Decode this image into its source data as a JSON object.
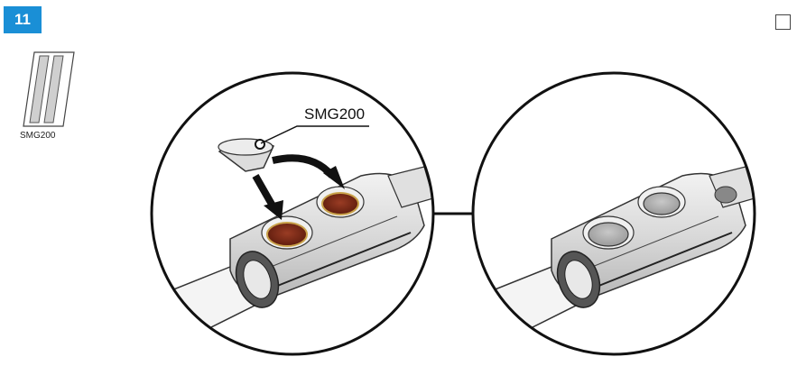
{
  "step": {
    "number": "11"
  },
  "grease_product": {
    "name": "SMG200"
  },
  "callout": {
    "label": "SMG200"
  },
  "colors": {
    "badge": "#1a8fd6",
    "grease": "#7a2a1a",
    "line": "#111111"
  },
  "icons": [
    "grease-tube-icon",
    "checkbox-icon",
    "funnel-icon",
    "arrow-icon"
  ]
}
